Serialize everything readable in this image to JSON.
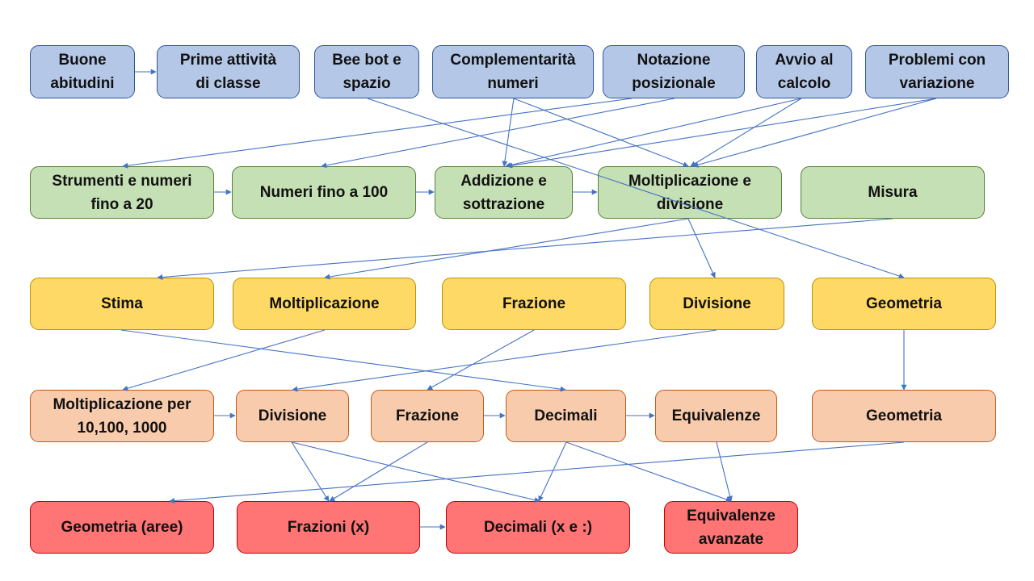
{
  "colors": {
    "row1": "#b4c7e7",
    "row2": "#c5e0b4",
    "row3": "#ffd966",
    "row4": "#f8cbad",
    "row5": "#ff7575",
    "arrow": "#4472c4"
  },
  "nodes": {
    "buone_abitudini": "Buone\nabitudini",
    "prime_attivita": "Prime attività\ndi classe",
    "bee_bot": "Bee bot e\nspazio",
    "complementarita": "Complementarità\nnumeri",
    "notazione": "Notazione\nposizionale",
    "avvio_calcolo": "Avvio al\ncalcolo",
    "problemi": "Problemi con\nvariazione",
    "strumenti": "Strumenti e numeri\nfino a 20",
    "numeri_100": "Numeri fino a 100",
    "addizione": "Addizione e\nsottrazione",
    "moltiplicazione_divisione": "Moltiplicazione e\ndivisione",
    "misura": "Misura",
    "stima": "Stima",
    "moltiplicazione": "Moltiplicazione",
    "frazione_3": "Frazione",
    "divisione_3": "Divisione",
    "geometria_3": "Geometria",
    "molt_10_100": "Moltiplicazione per\n10,100,  1000",
    "divisione_4": "Divisione",
    "frazione_4": "Frazione",
    "decimali_4": "Decimali",
    "equivalenze_4": "Equivalenze",
    "geometria_4": "Geometria",
    "geometria_aree": "Geometria (aree)",
    "frazioni_x": "Frazioni (x)",
    "decimali_x": "Decimali (x e :)",
    "equivalenze_avanzate": "Equivalenze\navanzate"
  }
}
